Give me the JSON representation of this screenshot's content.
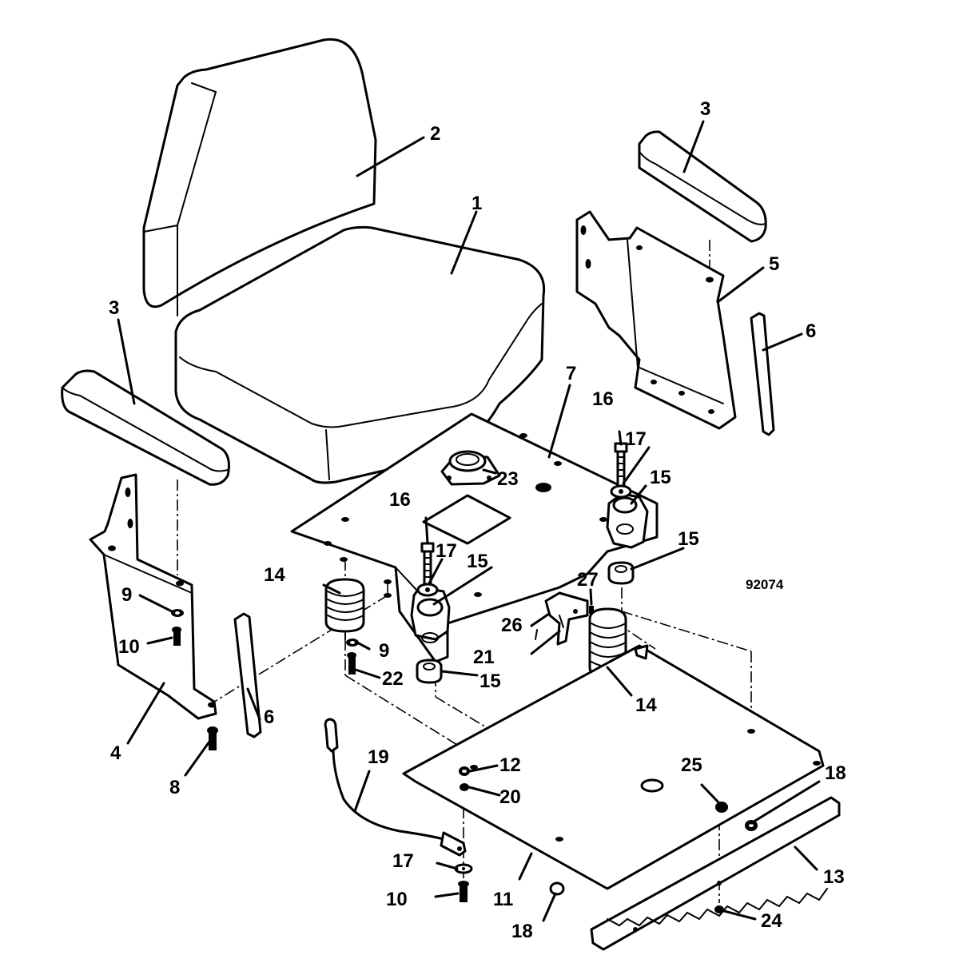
{
  "diagram_code": "92074",
  "callouts": [
    {
      "id": "c1",
      "text": "1"
    },
    {
      "id": "c2",
      "text": "2"
    },
    {
      "id": "c3a",
      "text": "3"
    },
    {
      "id": "c3b",
      "text": "3"
    },
    {
      "id": "c4",
      "text": "4"
    },
    {
      "id": "c5",
      "text": "5"
    },
    {
      "id": "c6a",
      "text": "6"
    },
    {
      "id": "c6b",
      "text": "6"
    },
    {
      "id": "c7",
      "text": "7"
    },
    {
      "id": "c8",
      "text": "8"
    },
    {
      "id": "c9a",
      "text": "9"
    },
    {
      "id": "c9b",
      "text": "9"
    },
    {
      "id": "c10a",
      "text": "10"
    },
    {
      "id": "c10b",
      "text": "10"
    },
    {
      "id": "c11",
      "text": "11"
    },
    {
      "id": "c12",
      "text": "12"
    },
    {
      "id": "c13",
      "text": "13"
    },
    {
      "id": "c14a",
      "text": "14"
    },
    {
      "id": "c14b",
      "text": "14"
    },
    {
      "id": "c15a",
      "text": "15"
    },
    {
      "id": "c15b",
      "text": "15"
    },
    {
      "id": "c15c",
      "text": "15"
    },
    {
      "id": "c15d",
      "text": "15"
    },
    {
      "id": "c16a",
      "text": "16"
    },
    {
      "id": "c16b",
      "text": "16"
    },
    {
      "id": "c17a",
      "text": "17"
    },
    {
      "id": "c17b",
      "text": "17"
    },
    {
      "id": "c17c",
      "text": "17"
    },
    {
      "id": "c18a",
      "text": "18"
    },
    {
      "id": "c18b",
      "text": "18"
    },
    {
      "id": "c19",
      "text": "19"
    },
    {
      "id": "c20",
      "text": "20"
    },
    {
      "id": "c21",
      "text": "21"
    },
    {
      "id": "c22",
      "text": "22"
    },
    {
      "id": "c23",
      "text": "23"
    },
    {
      "id": "c24",
      "text": "24"
    },
    {
      "id": "c25",
      "text": "25"
    },
    {
      "id": "c26",
      "text": "26"
    },
    {
      "id": "c27",
      "text": "27"
    }
  ]
}
